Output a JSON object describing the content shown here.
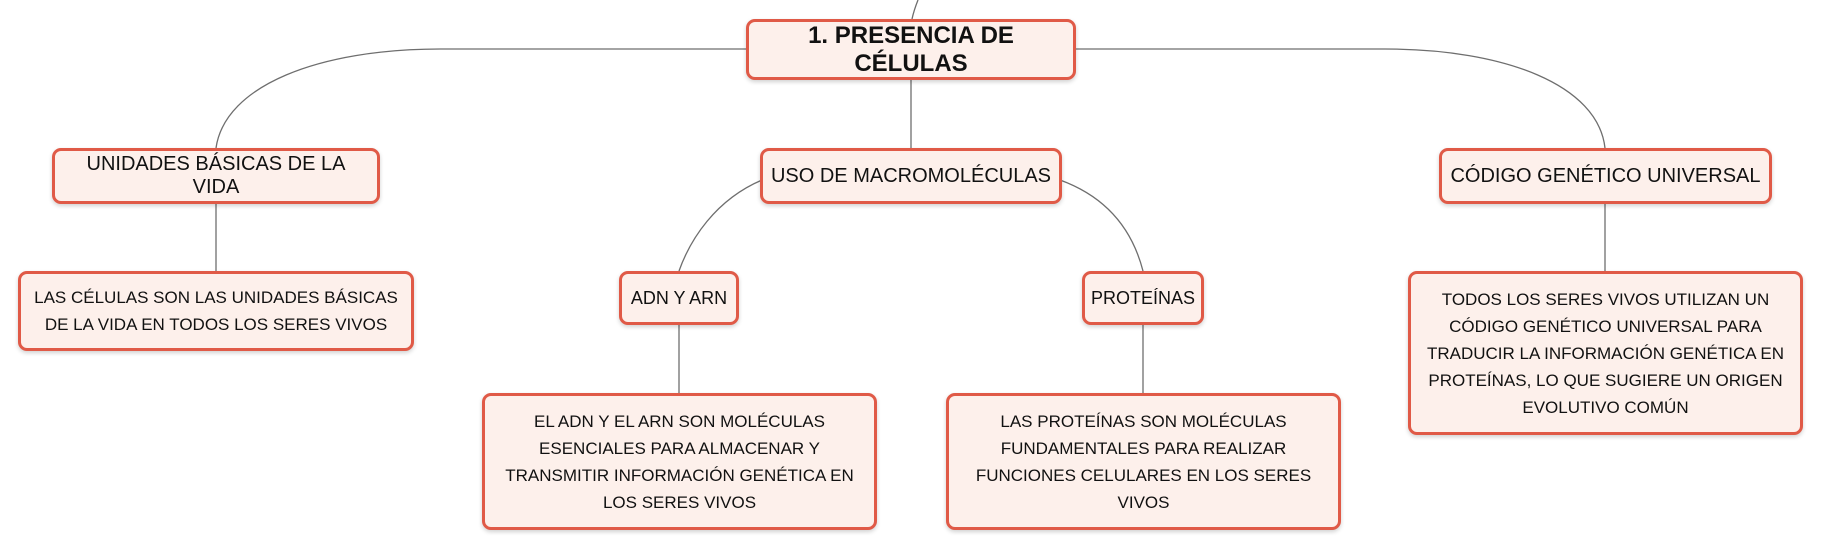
{
  "root": {
    "label": "1. PRESENCIA DE CÉLULAS"
  },
  "branches": {
    "unidades": {
      "label": "UNIDADES BÁSICAS DE LA VIDA",
      "detail": "LAS CÉLULAS SON LAS UNIDADES BÁSICAS DE LA VIDA EN TODOS LOS SERES VIVOS"
    },
    "macromoleculas": {
      "label": "USO DE MACROMOLÉCULAS",
      "adn": {
        "label": "ADN Y ARN",
        "detail": "EL ADN Y EL ARN SON MOLÉCULAS ESENCIALES PARA ALMACENAR Y TRANSMITIR INFORMACIÓN GENÉTICA EN LOS SERES VIVOS"
      },
      "proteinas": {
        "label": "PROTEÍNAS",
        "detail": "LAS PROTEÍNAS SON MOLÉCULAS FUNDAMENTALES PARA REALIZAR FUNCIONES CELULARES EN LOS SERES VIVOS"
      }
    },
    "codigo": {
      "label": "CÓDIGO GENÉTICO UNIVERSAL",
      "detail": "TODOS LOS SERES VIVOS UTILIZAN UN CÓDIGO GENÉTICO UNIVERSAL PARA TRADUCIR LA INFORMACIÓN GENÉTICA EN PROTEÍNAS, LO QUE SUGIERE UN ORIGEN EVOLUTIVO COMÚN"
    }
  },
  "colors": {
    "node_border": "#e05a47",
    "node_fill": "#fdf0eb",
    "connector": "#6e6e6e",
    "text": "#111111"
  }
}
